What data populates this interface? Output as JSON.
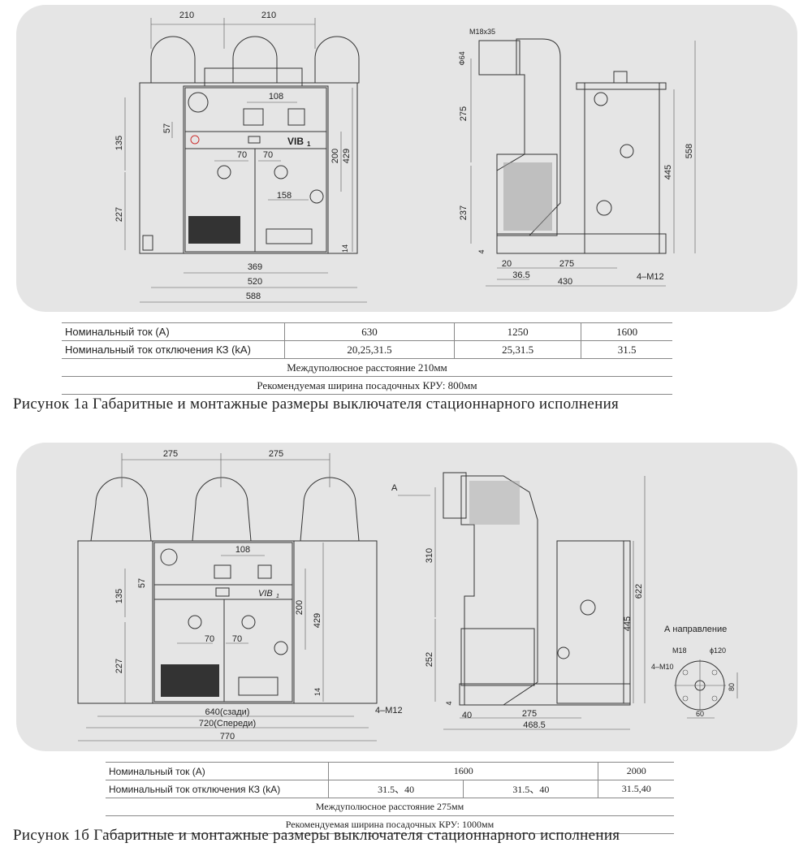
{
  "figure_a": {
    "front_dims": {
      "top_left": "210",
      "top_right": "210",
      "d108": "108",
      "d57": "57",
      "d135": "135",
      "d70": "70",
      "d70b": "70",
      "d200": "200",
      "d429": "429",
      "d158": "158",
      "d227": "227",
      "d14": "14",
      "d369": "369",
      "d520": "520",
      "d588": "588"
    },
    "panel_label": "VIB",
    "panel_sub": "1",
    "side_dims": {
      "thread": "M18x35",
      "dia": "Φ64",
      "d275v": "275",
      "d237": "237",
      "d4": "4",
      "d445": "445",
      "d558": "558",
      "d20": "20",
      "d275h": "275",
      "d365": "36.5",
      "d430": "430",
      "bolt": "4–M12"
    },
    "table": {
      "row1_label": "Номинальный ток (А)",
      "row1_values": [
        "630",
        "1250",
        "1600"
      ],
      "row2_label": "Номинальный ток отключения КЗ (kA)",
      "row2_values": [
        "20,25,31.5",
        "25,31.5",
        "31.5"
      ],
      "row3": "Междуполюсное расстояние 210мм",
      "row4": "Рекомендуемая ширина посадочных КРУ: 800мм"
    },
    "caption": "Рисунок 1а  Габаритные и монтажные размеры выключателя стационнарного исполнения"
  },
  "figure_b": {
    "front_dims": {
      "top_left": "275",
      "top_right": "275",
      "d108": "108",
      "d57": "57",
      "d135": "135",
      "d200": "200",
      "d429": "429",
      "d70": "70",
      "d70b": "70",
      "d227": "227",
      "d14": "14",
      "d640": "640(сзади)",
      "d720": "720(Спереди)",
      "d770": "770",
      "bolt": "4–M12"
    },
    "panel_label": "VIB",
    "panel_sub": "1",
    "side_dims": {
      "arrow": "A",
      "d310": "310",
      "d252": "252",
      "d4": "4",
      "d445": "445",
      "d622": "622",
      "d40": "40",
      "d275h": "275",
      "d4685": "468.5"
    },
    "a_view": {
      "title": "А направление",
      "m18": "M18",
      "m10": "4–M10",
      "dia": "ϕ120",
      "d80": "80",
      "d60": "60"
    },
    "table": {
      "row1_label": "Номинальный ток (А)",
      "row1_values": [
        "1600",
        "2000"
      ],
      "row2_label": "Номинальный ток отключения КЗ (kA)",
      "row2_values": [
        "31.5、40",
        "31.5、40",
        "31.5,40"
      ],
      "row3": "Междуполюсное расстояние 275мм",
      "row4": "Рекомендуемая ширина посадочных КРУ: 1000мм"
    },
    "caption": "Рисунок 1б  Габаритные и монтажные размеры выключателя стационнарного исполнения"
  }
}
